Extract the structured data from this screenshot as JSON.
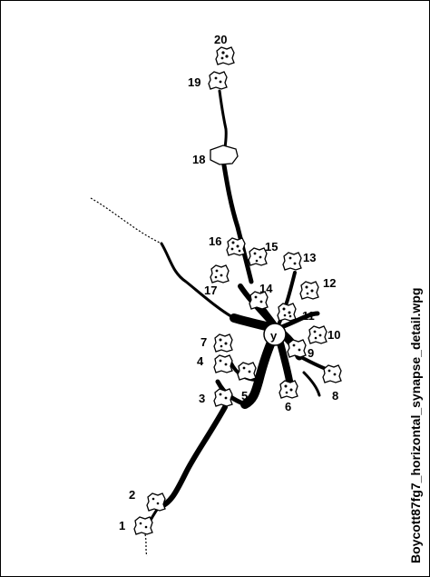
{
  "figure": {
    "caption": "Boycott87fg7_horizontal_synapse_detail.wpg",
    "soma_label": "y",
    "cell_labels": [
      "1",
      "2",
      "3",
      "4",
      "5",
      "6",
      "7",
      "8",
      "9",
      "10",
      "11",
      "12",
      "13",
      "14",
      "15",
      "16",
      "17",
      "18",
      "19",
      "20"
    ]
  },
  "colors": {
    "ink": "#000000",
    "fill": "#ffffff"
  }
}
